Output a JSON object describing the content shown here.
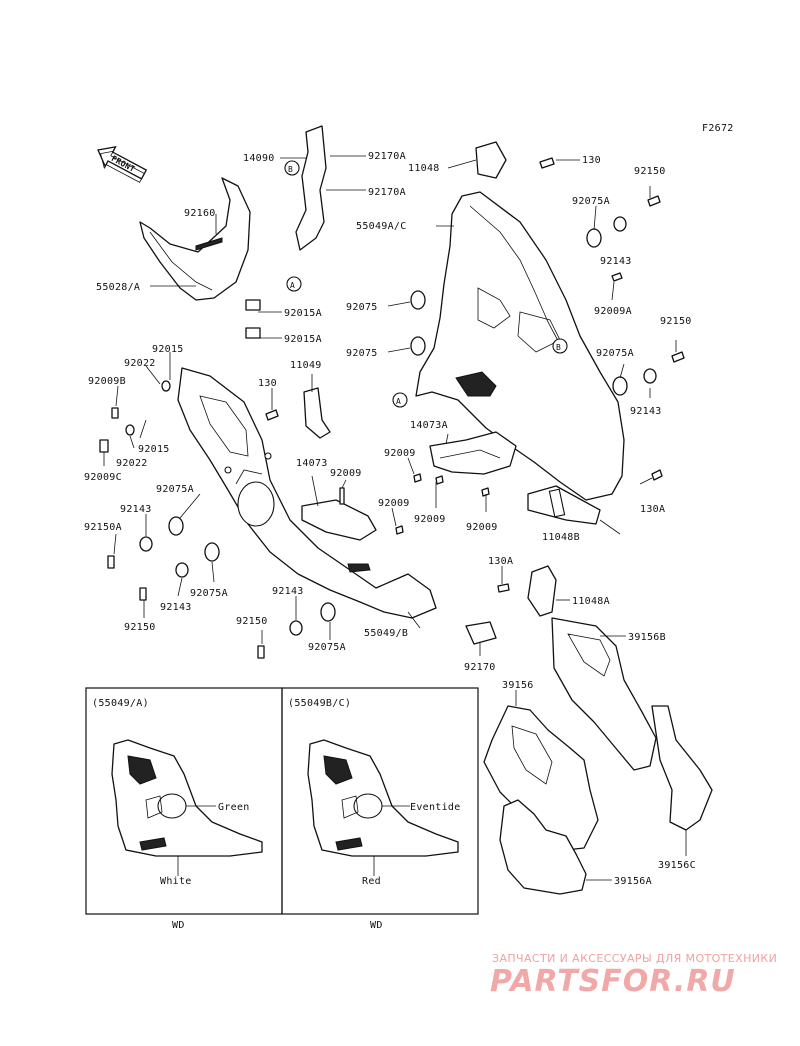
{
  "figure_code": "F2672",
  "front_label": "FRONT",
  "callouts": {
    "A": "A",
    "B": "B"
  },
  "labels": {
    "p14090": "14090",
    "p92170A_1": "92170A",
    "p92170A_2": "92170A",
    "p92160": "92160",
    "p55028A": "55028/A",
    "p92015A_1": "92015A",
    "p92015A_2": "92015A",
    "p11048": "11048",
    "p130_top": "130",
    "p55049AC": "55049A/C",
    "p92075A_r1": "92075A",
    "p92150_r1": "92150",
    "p92143_r1": "92143",
    "p92075_1": "92075",
    "p92009A": "92009A",
    "p92150_r2": "92150",
    "p92075_2": "92075",
    "p92075A_r2": "92075A",
    "p92143_r2": "92143",
    "p14073A": "14073A",
    "p92009_a": "92009",
    "p92009_b": "92009",
    "p92009_c": "92009",
    "p130A_r": "130A",
    "p11048B": "11048B",
    "p92015_l1": "92015",
    "p92022_l1": "92022",
    "p92009B": "92009B",
    "p92015_l2": "92015",
    "p92022_l2": "92022",
    "p92009C": "92009C",
    "p130_mid": "130",
    "p11049": "11049",
    "p14073": "14073",
    "p92009_m": "92009",
    "p92009_m2": "92009",
    "p92075A_l": "92075A",
    "p92143_l1": "92143",
    "p92150A": "92150A",
    "p92075A_l2": "92075A",
    "p92143_l2": "92143",
    "p92150_l": "92150",
    "p92143_b": "92143",
    "p92150_b": "92150",
    "p92075A_b": "92075A",
    "p55049B": "55049/B",
    "p130A_b": "130A",
    "p11048A": "11048A",
    "p92170": "92170",
    "p39156B": "39156B",
    "p39156": "39156",
    "p39156C": "39156C",
    "p39156A": "39156A"
  },
  "inset_a": {
    "title": "(55049/A)",
    "color_upper": "Green",
    "color_lower": "White",
    "caption": "WD"
  },
  "inset_b": {
    "title": "(55049B/C)",
    "color_upper": "Eventide",
    "color_lower": "Red",
    "caption": "WD"
  },
  "watermark": {
    "tagline": "ЗАПЧАСТИ И АКСЕССУАРЫ ДЛЯ МОТОТЕХНИКИ",
    "brand": "PARTSFOR.RU"
  }
}
